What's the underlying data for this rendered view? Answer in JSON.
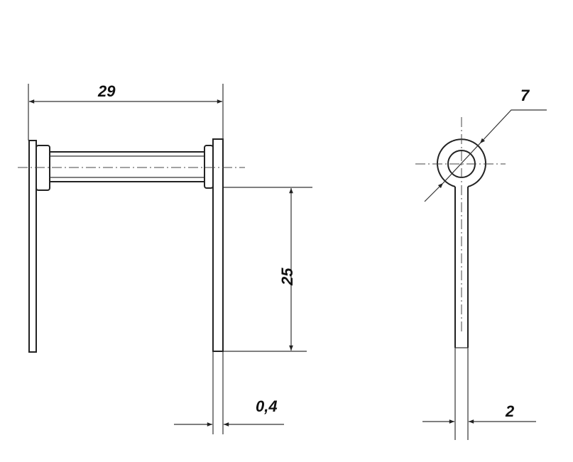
{
  "drawing": {
    "dimensions": {
      "length": "29",
      "height": "25",
      "thickness": "0,4",
      "width": "2",
      "diameter": "7"
    },
    "colors": {
      "line": "#222222",
      "background": "#ffffff"
    }
  }
}
